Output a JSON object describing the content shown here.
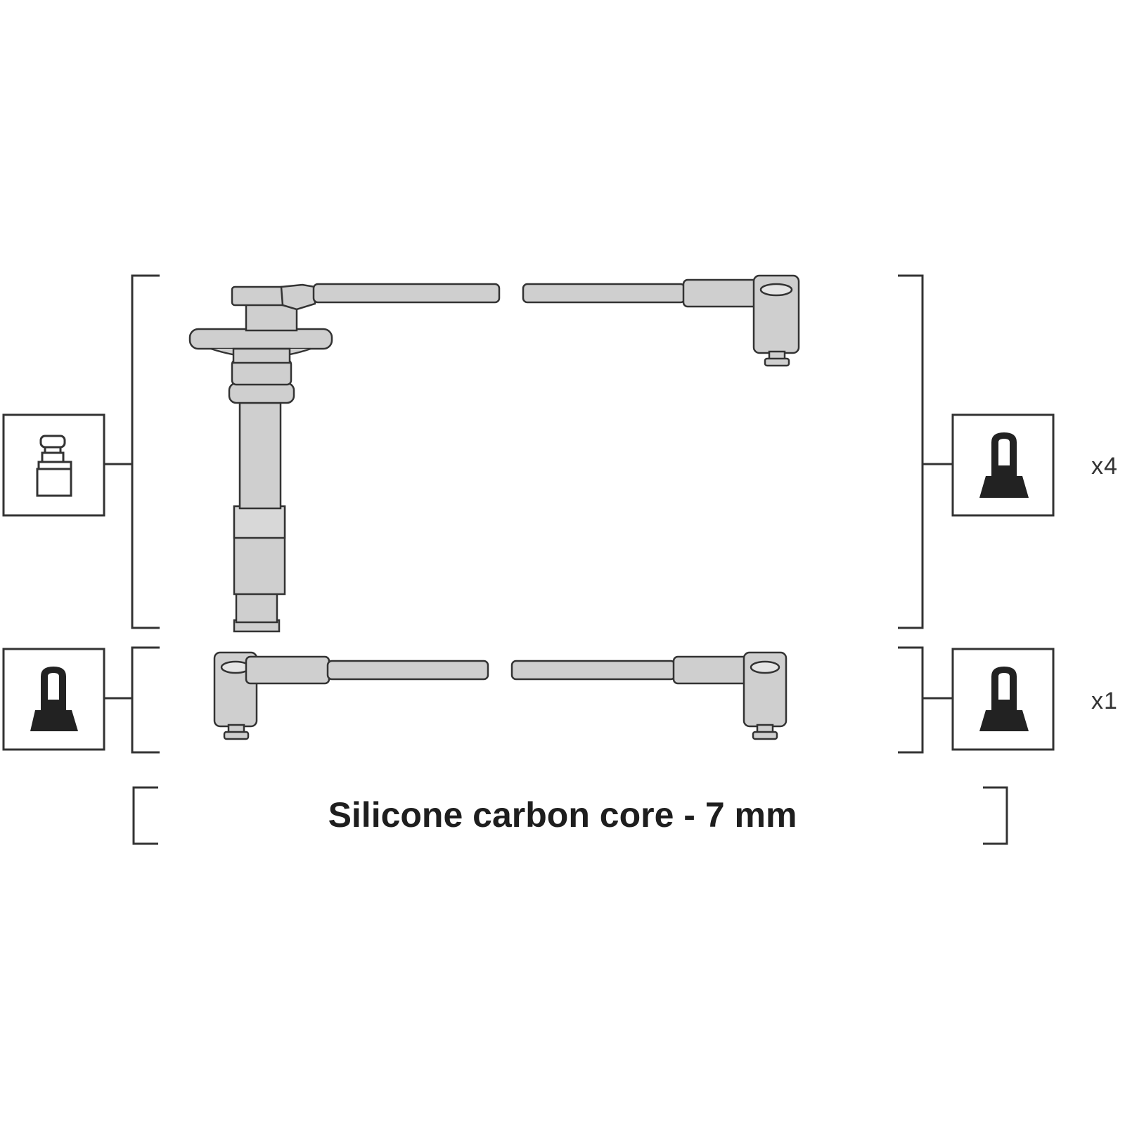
{
  "quantities": {
    "coil_lead": "x4",
    "plug_lead": "x1"
  },
  "caption": "Silicone carbon core - 7 mm",
  "colors": {
    "line": "#333333",
    "part_fill": "#cfcfcf",
    "terminal_fill": "#222222"
  },
  "icons": {
    "left_top": "straight-terminal-icon",
    "left_bottom": "boot-terminal-icon",
    "right_top": "boot-terminal-icon",
    "right_bottom": "boot-terminal-icon"
  }
}
